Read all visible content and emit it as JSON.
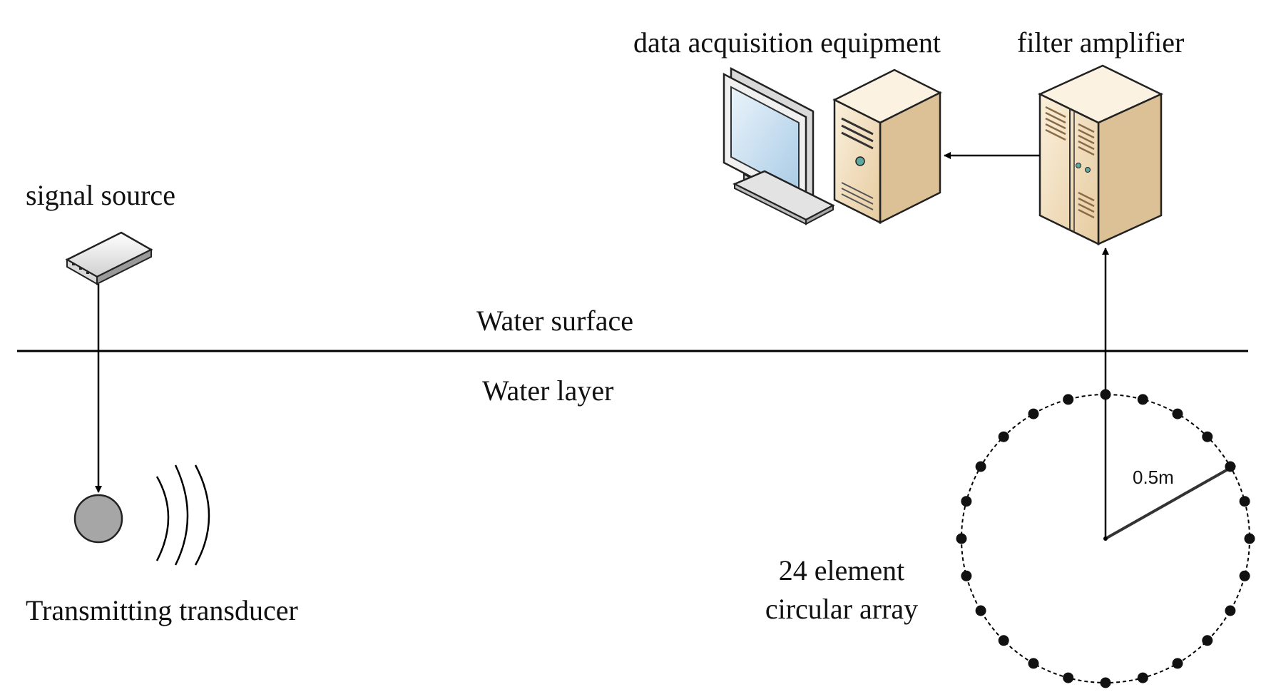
{
  "labels": {
    "data_acquisition": "data acquisition equipment",
    "filter_amplifier": "filter amplifier",
    "signal_source": "signal source",
    "water_surface": "Water surface",
    "water_layer": "Water layer",
    "transmitting_transducer": "Transmitting transducer",
    "array_line1": "24 element",
    "array_line2": "circular array",
    "radius": "0.5m"
  },
  "array": {
    "element_count": 24
  },
  "colors": {
    "line": "#000000",
    "transducer_fill": "#a6a6a6",
    "computer_beige": "#f4e2c4",
    "computer_beige_dark": "#d6b98e",
    "monitor_gray": "#e6e6e6",
    "screen_blue": "#cfe3f2",
    "element_fill": "#111111"
  },
  "icons": {
    "monitor": "monitor-icon",
    "pc_tower": "pc-tower-icon",
    "amplifier": "server-rack-icon",
    "signal_source": "network-box-icon"
  }
}
